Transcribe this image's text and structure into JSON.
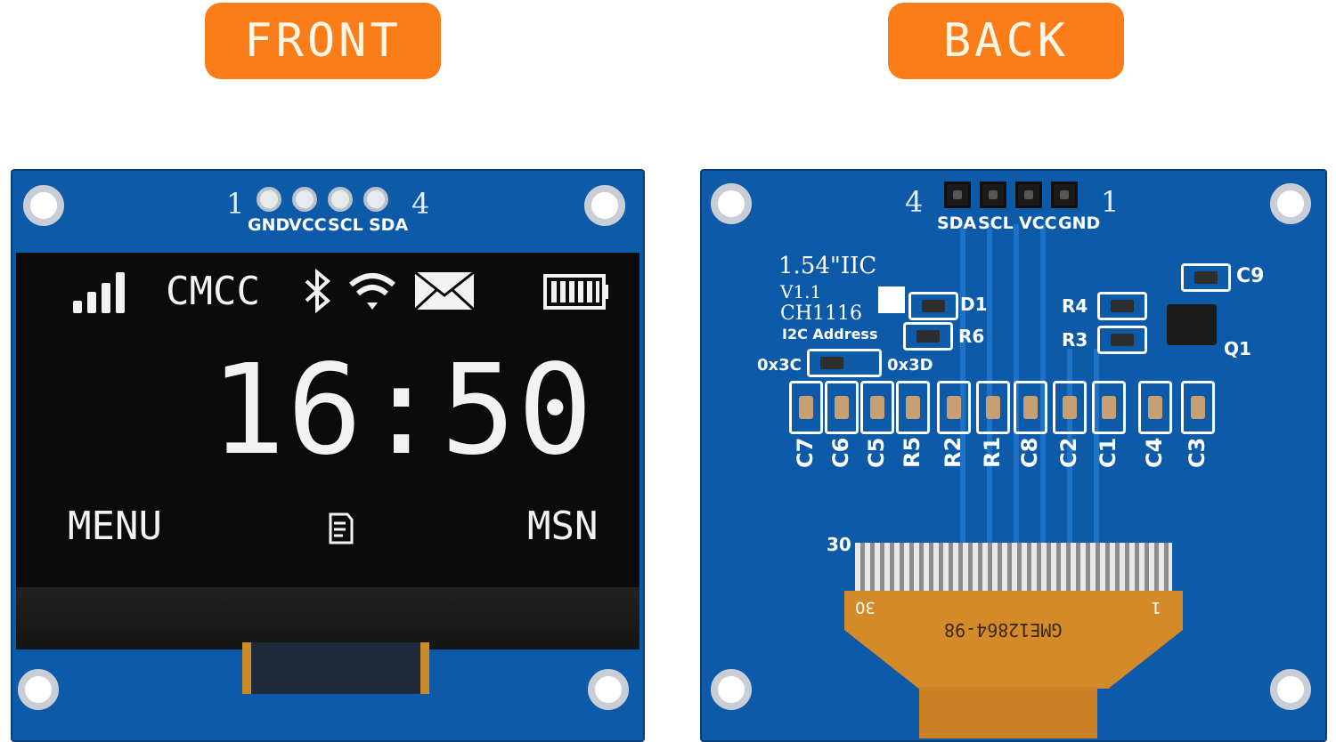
{
  "labels": {
    "front": "FRONT",
    "back": "BACK"
  },
  "front": {
    "pin_start": "1",
    "pin_end": "4",
    "pins": [
      "GND",
      "VCC",
      "SCL",
      "SDA"
    ],
    "screen": {
      "carrier": "CMCC",
      "time": "16:50",
      "left_soft_key": "MENU",
      "right_soft_key": "MSN",
      "icons": [
        "signal-icon",
        "bluetooth-icon",
        "wifi-icon",
        "mail-icon",
        "battery-icon",
        "menu-list-icon"
      ]
    }
  },
  "back": {
    "pin_start": "4",
    "pin_end": "1",
    "pins": [
      "SDA",
      "SCL",
      "VCC",
      "GND"
    ],
    "model": "1.54\"IIC",
    "version": "V1.1",
    "chip": "CH1116",
    "i2c_label": "I2C Address",
    "addr_a": "0x3C",
    "addr_b": "0x3D",
    "components_top": [
      "D1",
      "R6",
      "R4",
      "R3",
      "C9",
      "Q1"
    ],
    "caps": [
      "C7",
      "C6",
      "C5",
      "R5",
      "R2",
      "R1",
      "C8",
      "C2",
      "C1",
      "C4",
      "C3"
    ],
    "fpc_pin_high": "30",
    "fpc_pin_high_b": "30",
    "fpc_pin_low": "1",
    "fpc_code": "GME12864-98"
  },
  "colors": {
    "pcb": "#0d5aa8",
    "accent": "#fa7d19",
    "screen": "#0b0b0b"
  }
}
